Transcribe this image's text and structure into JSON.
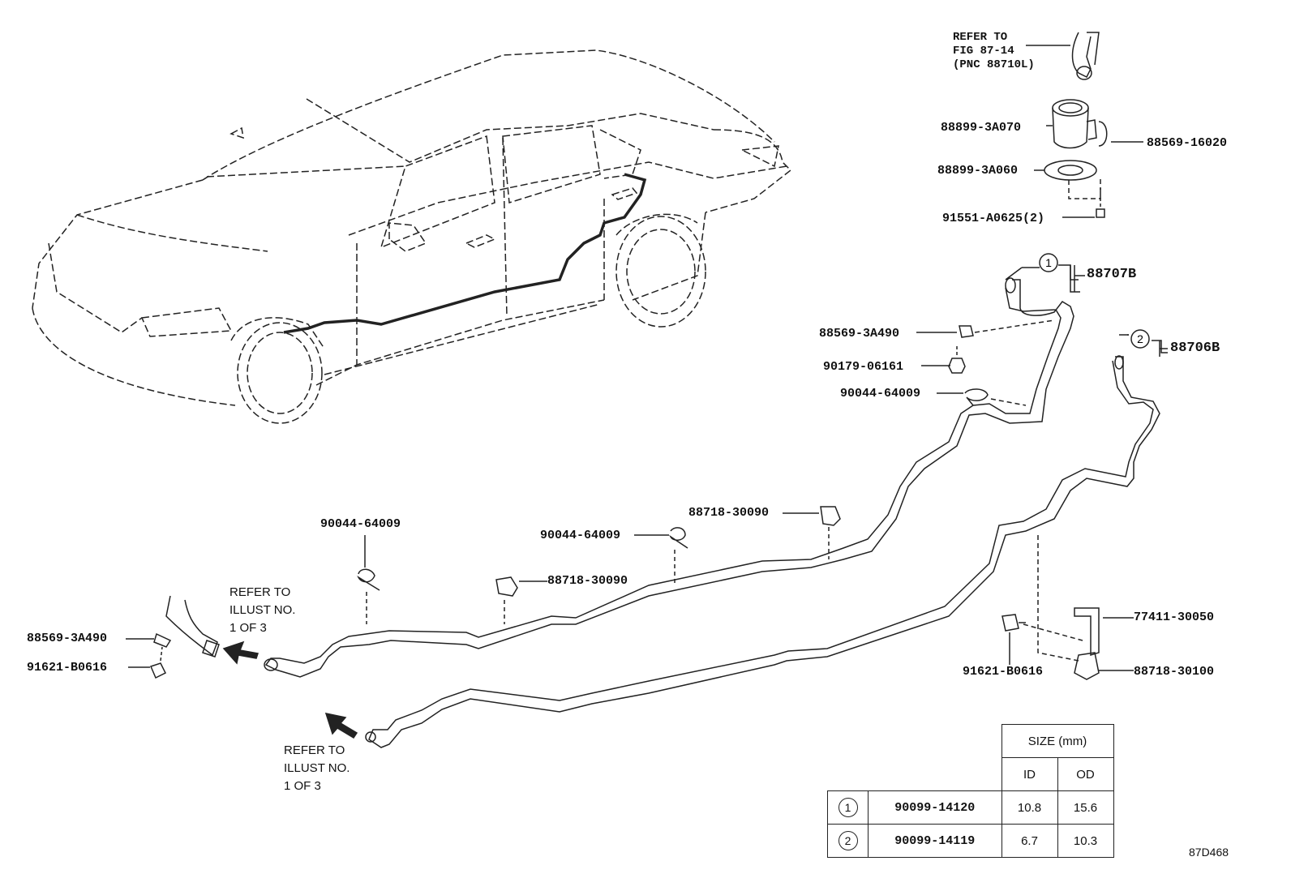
{
  "refer_fig": {
    "line1": "REFER TO",
    "line2": "FIG 87-14",
    "line3": "(PNC 88710L)"
  },
  "part_numbers": {
    "p_3a070": "88899-3A070",
    "p_16020": "88569-16020",
    "p_3a060": "88899-3A060",
    "p_a0625": "91551-A0625(2)",
    "p_88707b": "88707B",
    "p_3a490_top": "88569-3A490",
    "p_88706b": "88706B",
    "p_06161": "90179-06161",
    "p_64009_right": "90044-64009",
    "p_30090_top": "88718-30090",
    "p_64009_mid": "90044-64009",
    "p_64009_left": "90044-64009",
    "p_30090_mid": "88718-30090",
    "p_3a490_left": "88569-3A490",
    "p_b0616_left": "91621-B0616",
    "p_77411": "77411-30050",
    "p_30100": "88718-30100",
    "p_b0616_right": "91621-B0616"
  },
  "callouts": {
    "one": "1",
    "two": "2"
  },
  "notes": {
    "upper": {
      "l1": "REFER TO",
      "l2": "ILLUST NO.",
      "l3": "1 OF 3"
    },
    "lower": {
      "l1": "REFER TO",
      "l2": "ILLUST NO.",
      "l3": "1 OF 3"
    }
  },
  "size_table": {
    "header": "SIZE (mm)",
    "col_id": "ID",
    "col_od": "OD",
    "rows": [
      {
        "mark": "1",
        "part": "90099-14120",
        "id": "10.8",
        "od": "15.6"
      },
      {
        "mark": "2",
        "part": "90099-14119",
        "id": "6.7",
        "od": "10.3"
      }
    ]
  },
  "figure_id": "87D468"
}
